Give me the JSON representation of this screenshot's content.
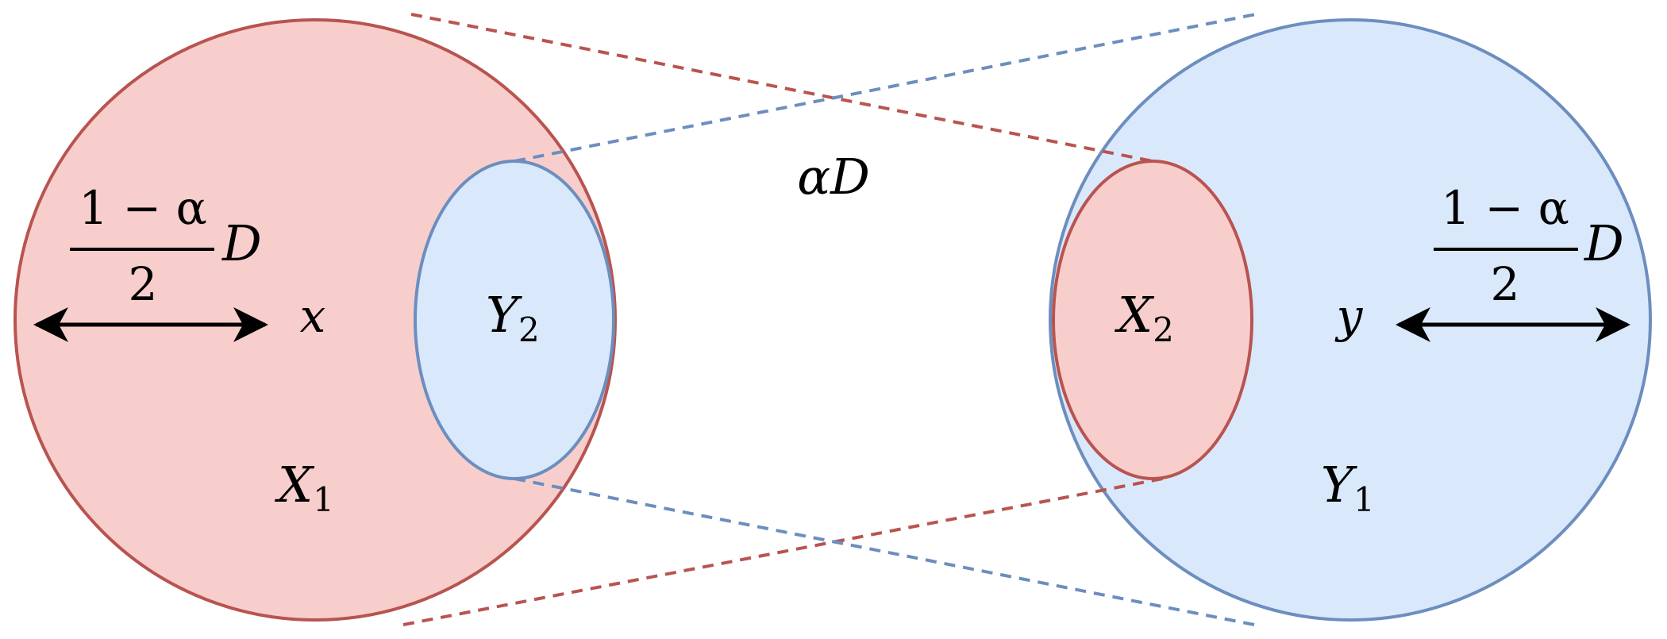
{
  "colors": {
    "red_stroke": "#b85450",
    "red_fill": "#f8cecc",
    "blue_stroke": "#6c8ebf",
    "blue_fill": "#dae8fc",
    "arrow": "#000000"
  },
  "labels": {
    "left_frac_num": "1 − α",
    "left_frac_den": "2",
    "left_frac_D": "D",
    "right_frac_num": "1 − α",
    "right_frac_den": "2",
    "right_frac_D": "D",
    "x": "x",
    "y": "y",
    "Y2_main": "Y",
    "Y2_sub": "2",
    "X2_main": "X",
    "X2_sub": "2",
    "X1_main": "X",
    "X1_sub": "1",
    "Y1_main": "Y",
    "Y1_sub": "1",
    "alphaD": "αD"
  }
}
